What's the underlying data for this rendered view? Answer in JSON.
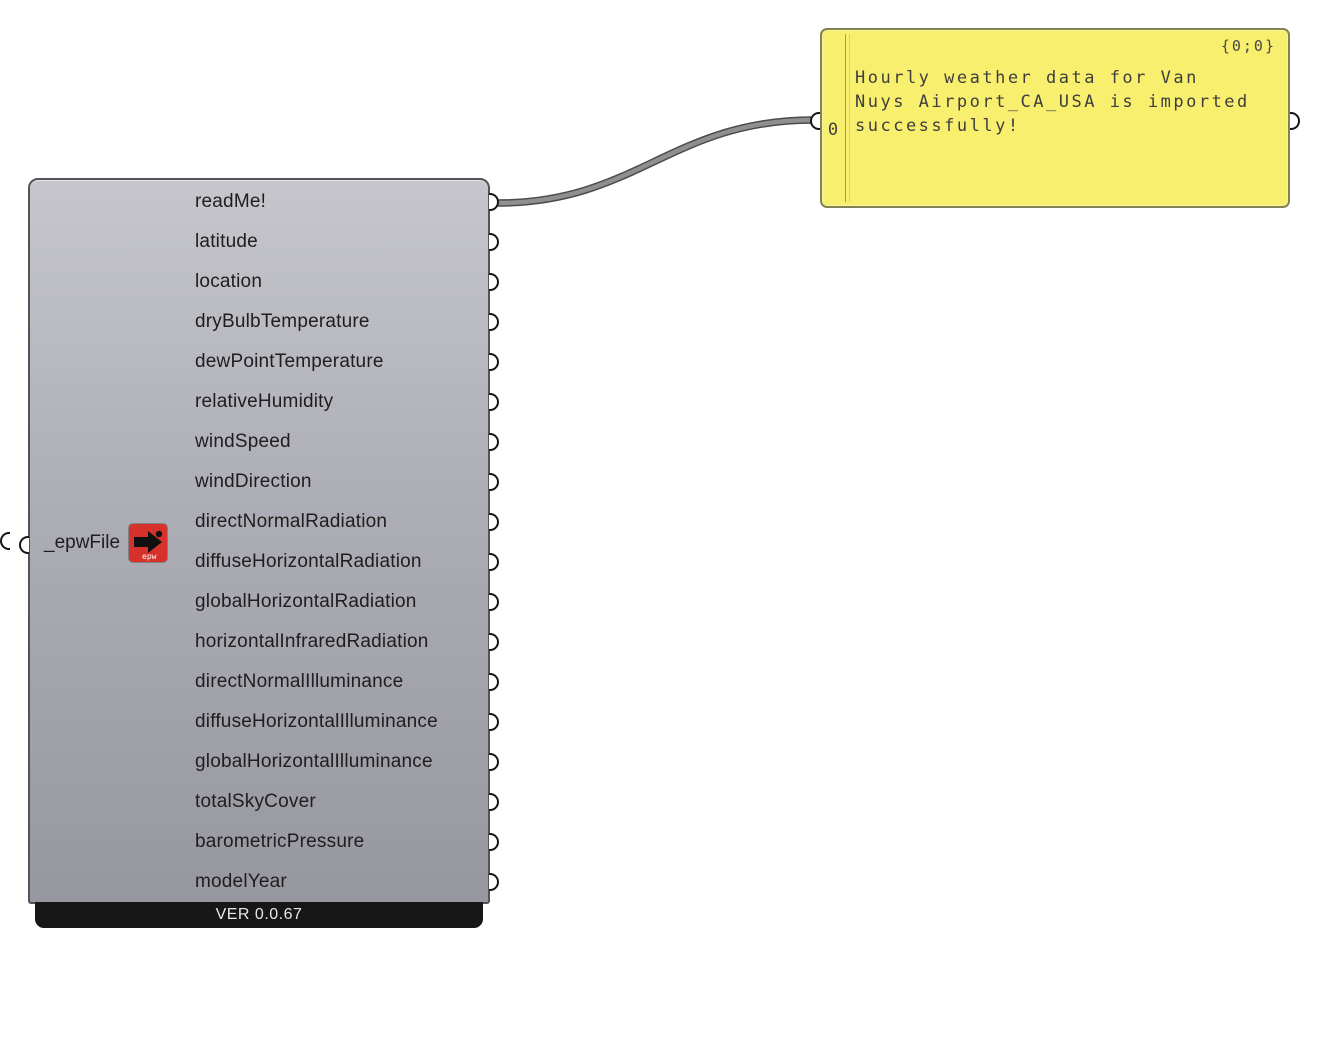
{
  "component": {
    "input": {
      "label": "_epwFile",
      "icon_label": "epw"
    },
    "outputs": [
      "readMe!",
      "latitude",
      "location",
      "dryBulbTemperature",
      "dewPointTemperature",
      "relativeHumidity",
      "windSpeed",
      "windDirection",
      "directNormalRadiation",
      "diffuseHorizontalRadiation",
      "globalHorizontalRadiation",
      "horizontalInfraredRadiation",
      "directNormalIlluminance",
      "diffuseHorizontalIlluminance",
      "globalHorizontalIlluminance",
      "totalSkyCover",
      "barometricPressure",
      "modelYear"
    ],
    "version_label": "VER 0.0.67"
  },
  "panel": {
    "path_label": "{0;0}",
    "index": "0",
    "text": "Hourly weather data for Van\nNuys Airport_CA_USA is imported\nsuccessfully!"
  },
  "colors": {
    "panel_bg": "#F8EF6E",
    "panel_border": "#82824E",
    "component_bg": "#ADADB6",
    "component_footer_bg": "#171717",
    "epw_icon_bg": "#D6312B",
    "wire_color": "#8F8F8F",
    "port_fill": "#FFFFFF"
  }
}
